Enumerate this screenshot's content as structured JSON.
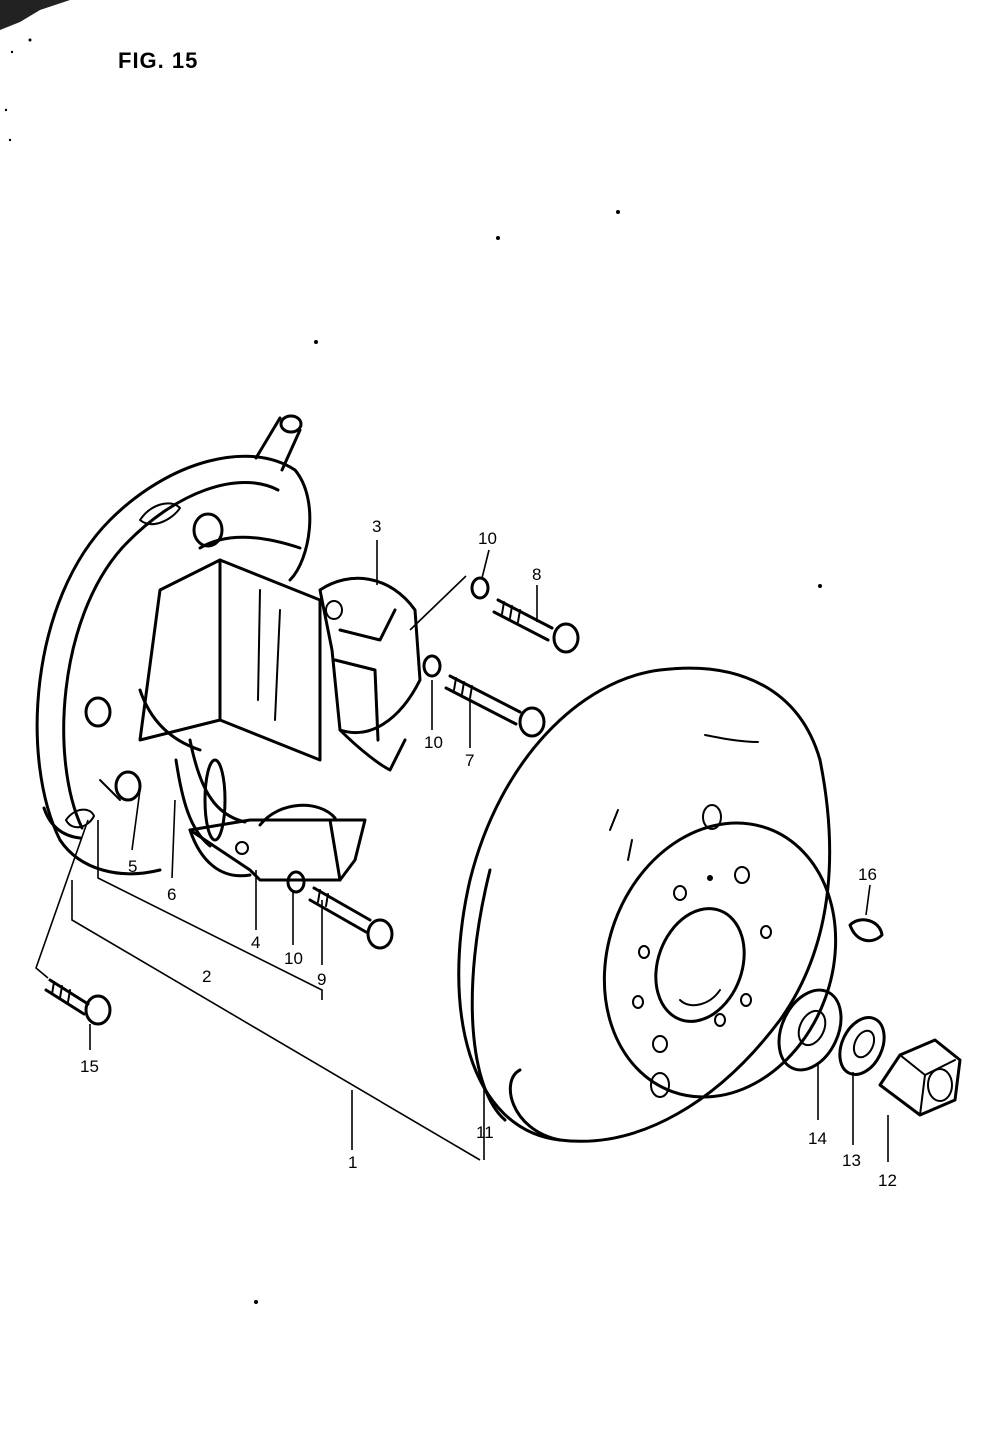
{
  "figure": {
    "title": "FIG. 15"
  },
  "callouts": {
    "c1": "1",
    "c2": "2",
    "c3": "3",
    "c4": "4",
    "c5": "5",
    "c6": "6",
    "c7": "7",
    "c8": "8",
    "c9": "9",
    "c10a": "10",
    "c10b": "10",
    "c10c": "10",
    "c11": "11",
    "c12": "12",
    "c13": "13",
    "c14": "14",
    "c15": "15",
    "c16": "16"
  }
}
